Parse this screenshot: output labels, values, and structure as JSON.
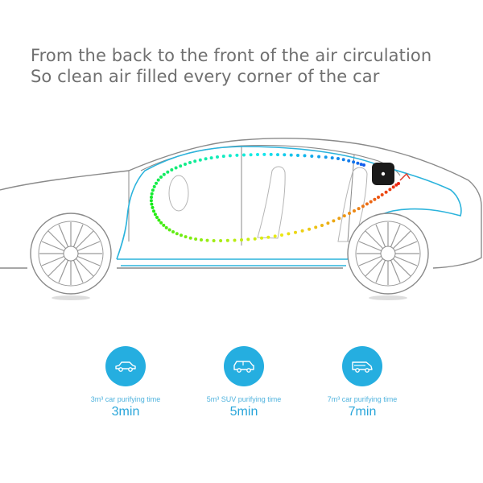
{
  "headline": {
    "line1": "From the back to the front of the air circulation",
    "line2": "So clean air filled every corner of the car"
  },
  "colors": {
    "car_outline": "#8a8a8a",
    "interior_outline": "#2bb3dc",
    "accent": "#25aee0",
    "device": "#1a1a1a"
  },
  "stats": [
    {
      "icon": "car-icon",
      "caption": "3m³ car purifying time",
      "value": "3min"
    },
    {
      "icon": "suv-icon",
      "caption": "5m³ SUV purifying time",
      "value": "5min"
    },
    {
      "icon": "van-icon",
      "caption": "7m³ car purifying time",
      "value": "7min"
    }
  ]
}
